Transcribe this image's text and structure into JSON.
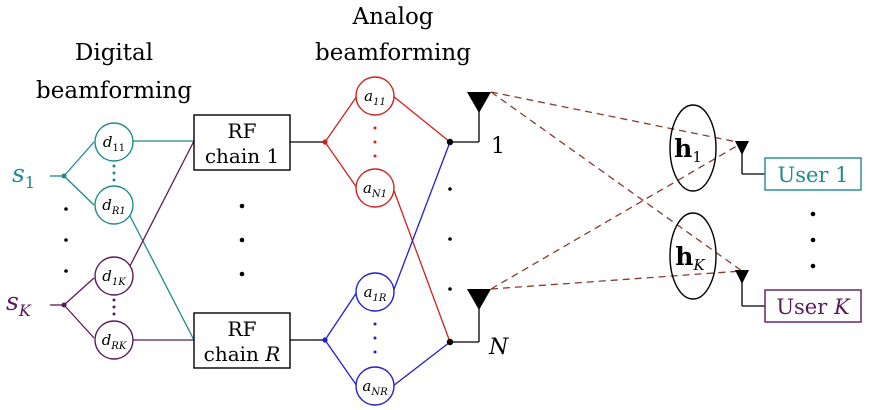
{
  "colors": {
    "teal": "#1f8a8a",
    "purple": "#5a1a5a",
    "red": "#d62020",
    "blue": "#1f1fd6",
    "channel": "#8b3a2e",
    "black": "#000000"
  },
  "headings": {
    "digital_line1": "Digital",
    "digital_line2": "beamforming",
    "analog_line1": "Analog",
    "analog_line2": "beamforming"
  },
  "inputs": {
    "s_first": {
      "base": "s",
      "sub": "1"
    },
    "s_last": {
      "base": "s",
      "sub": "K"
    }
  },
  "digital_weights": [
    {
      "base": "d",
      "sub": "11"
    },
    {
      "base": "d",
      "sub": "R1"
    },
    {
      "base": "d",
      "sub": "1K"
    },
    {
      "base": "d",
      "sub": "RK"
    }
  ],
  "rf_chains": [
    {
      "line1": "RF",
      "line2": "chain 1"
    },
    {
      "line1": "RF",
      "line2_text": "chain ",
      "line2_var": "R"
    }
  ],
  "analog_weights": [
    {
      "base": "a",
      "sub": "11"
    },
    {
      "base": "a",
      "sub": "N1"
    },
    {
      "base": "a",
      "sub": "1R"
    },
    {
      "base": "a",
      "sub": "NR"
    }
  ],
  "antenna_labels": {
    "first": "1",
    "last": "N"
  },
  "channels": [
    {
      "base": "h",
      "sub": "1"
    },
    {
      "base": "h",
      "sub": "K"
    }
  ],
  "users": [
    {
      "text": "User 1"
    },
    {
      "text": "User ",
      "var": "K"
    }
  ]
}
